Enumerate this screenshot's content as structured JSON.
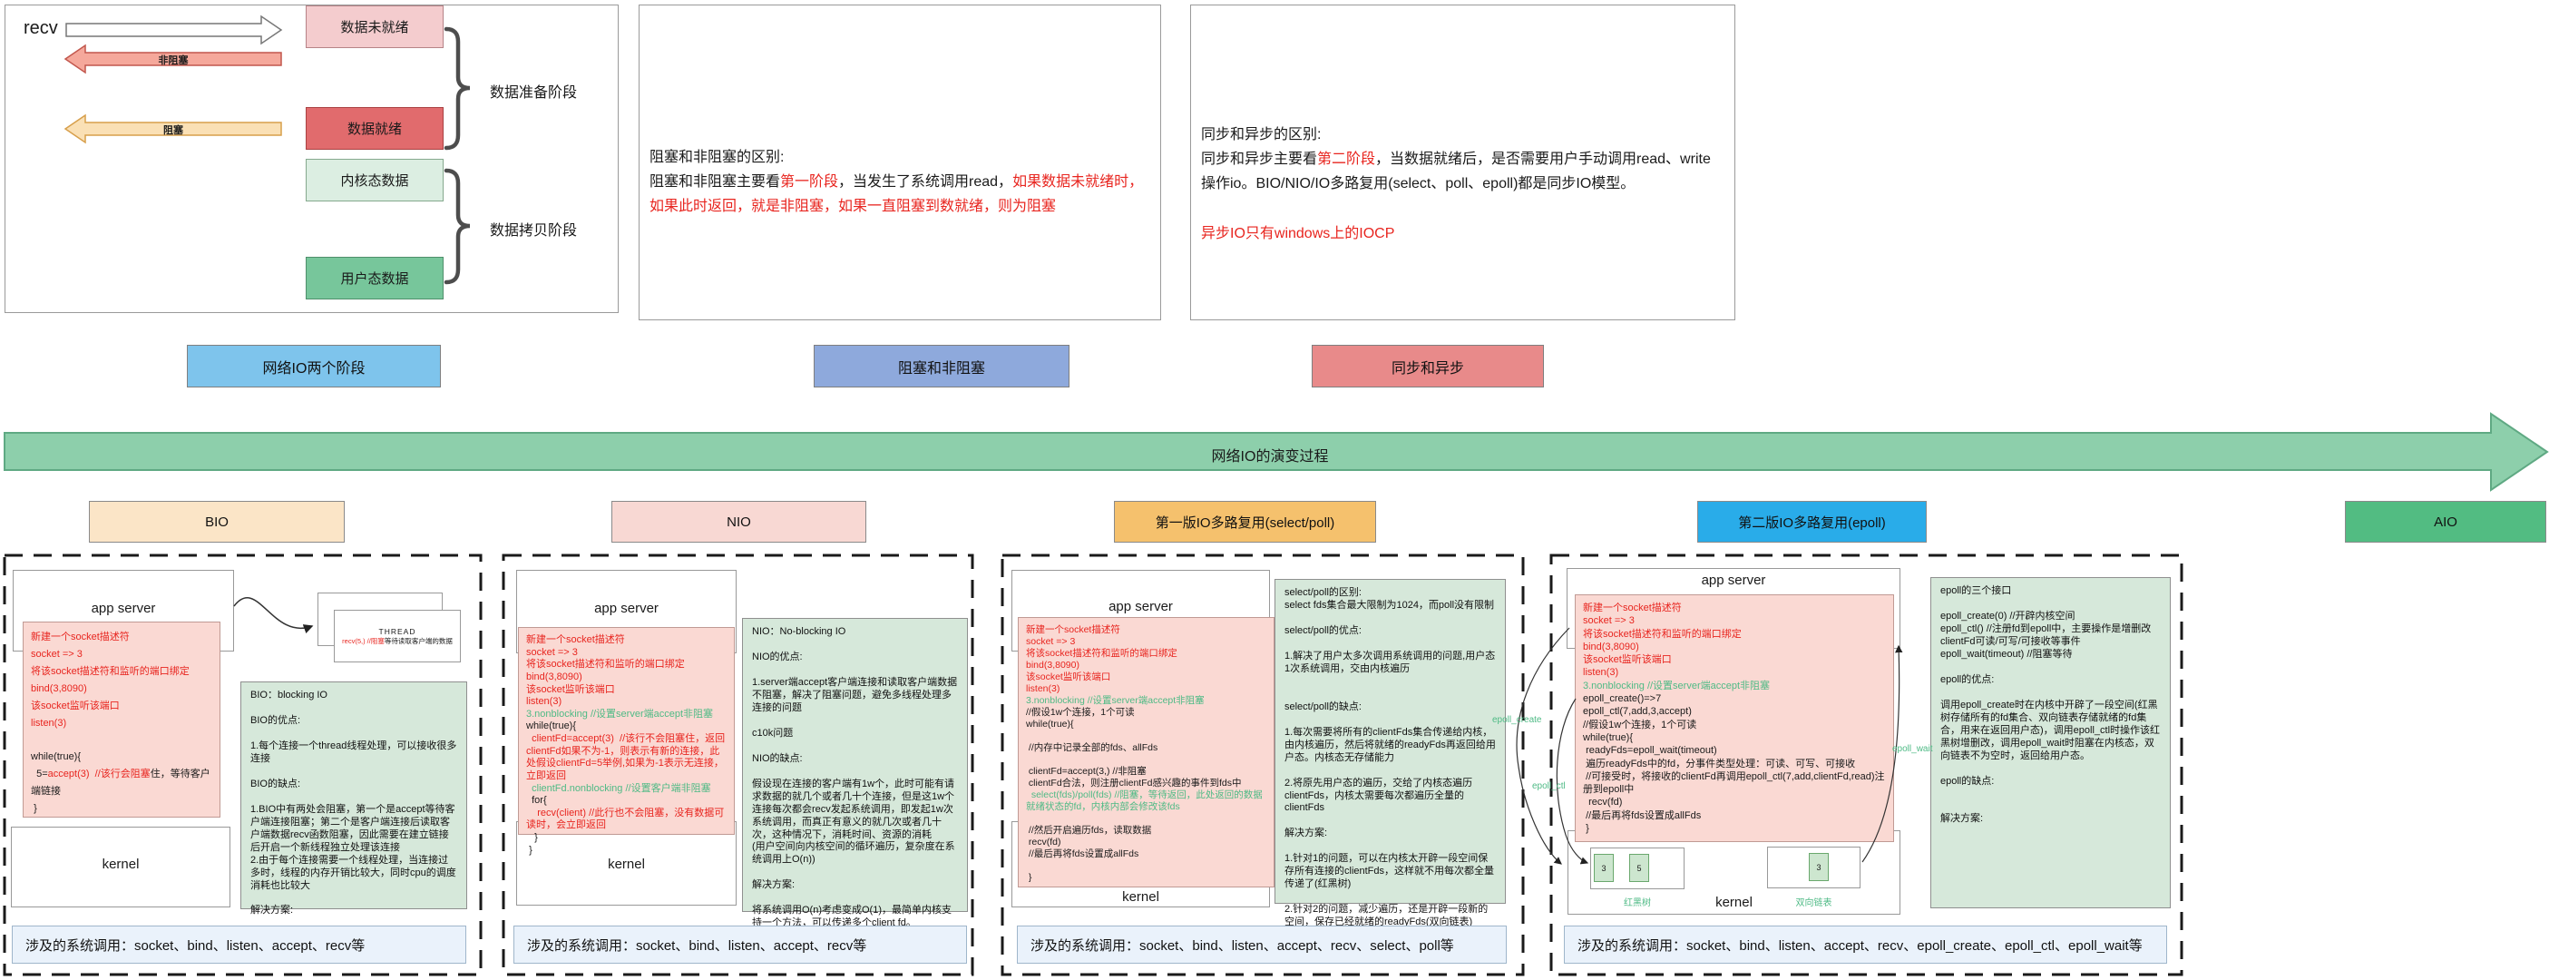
{
  "colors": {
    "red_text": "#e8251f",
    "green_text": "#4eba85",
    "code_bg": "#FAD9D3",
    "notes_bg": "#D6E8DA",
    "bar_bg": "#EAF2FB",
    "evolution_arrow": "#8DCFAB",
    "stage_bio": "#FBE5C7",
    "stage_nio": "#F8D8D3",
    "stage_select": "#F5C16D",
    "stage_epoll": "#29ACE9",
    "stage_aio": "#52BC82",
    "label_phases": "#7EC4EC",
    "label_blocking": "#8EA9DC",
    "label_sync": "#E88A8A"
  },
  "top": {
    "phase_diagram": {
      "recv_label": "recv",
      "arrow_nonblocking": "非阻塞",
      "arrow_blocking": "阻塞",
      "box_data_not_ready": "数据未就绪",
      "box_data_ready": "数据就绪",
      "box_kernel_data": "内核态数据",
      "box_user_data": "用户态数据",
      "brace_prepare": "数据准备阶段",
      "brace_copy": "数据拷贝阶段"
    },
    "blocking_note": {
      "segments": [
        [
          "阻塞和非阻塞的区别:\n",
          "k"
        ],
        [
          "阻塞和非阻塞主要看",
          "k"
        ],
        [
          "第一阶段",
          "r"
        ],
        [
          "，当发生了系统调用read，",
          "k"
        ],
        [
          "如果数据未就绪时，如果此时返回，就是非阻塞，如果一直阻塞到数就绪，则为阻塞",
          "r"
        ]
      ]
    },
    "sync_note": {
      "segments": [
        [
          "同步和异步的区别:\n",
          "k"
        ],
        [
          "同步和异步主要看",
          "k"
        ],
        [
          "第二阶段",
          "r"
        ],
        [
          "，当数据就绪后，是否需要用户手动调用read、write操作io。BIO/NIO/IO多路复用(select、poll、epoll)都是同步IO模型。\n\n",
          "k"
        ],
        [
          "异步IO只有windows上的IOCP",
          "r"
        ]
      ]
    },
    "labels": {
      "phases": "网络IO两个阶段",
      "blocking": "阻塞和非阻塞",
      "sync": "同步和异步"
    }
  },
  "evolution_arrow_label": "网络IO的演变过程",
  "stages": {
    "bio": "BIO",
    "nio": "NIO",
    "select_poll": "第一版IO多路复用(select/poll)",
    "epoll": "第二版IO多路复用(epoll)",
    "aio": "AIO"
  },
  "panels": {
    "bio": {
      "app_server": "app  server",
      "kernel": "kernel",
      "thread_title": "THREAD",
      "thread_line": [
        [
          "recv(5,) //阻塞",
          "r"
        ],
        [
          "等待读取客户端的数据",
          "k"
        ]
      ],
      "code": [
        [
          [
            "新建一个socket描述符",
            "r"
          ]
        ],
        [
          [
            "socket => 3",
            "r"
          ]
        ],
        [
          [
            "将该socket描述符和监听的端口绑定",
            "r"
          ]
        ],
        [
          [
            "bind(3,8090)",
            "r"
          ]
        ],
        [
          [
            "该socket监听该端口",
            "r"
          ]
        ],
        [
          [
            "listen(3)",
            "r"
          ]
        ],
        [],
        [
          [
            "while(true){",
            "k"
          ]
        ],
        [
          [
            "  5=",
            "k"
          ],
          [
            "accept(3)  //该行会阻塞",
            "r"
          ],
          [
            "住，等待客户端链接",
            "k"
          ]
        ],
        [
          [
            " }",
            "k"
          ]
        ]
      ],
      "notes": "BIO：blocking IO\n\nBIO的优点:\n\n1.每个连接一个thread线程处理，可以接收很多连接\n\nBIO的缺点:\n\n1.BIO中有两处会阻塞，第一个是accept等待客户端连接阻塞；第二个是客户端连接后读取客户端数据recv函数阻塞，因此需要在建立链接后开启一个新线程独立处理该连接\n2.由于每个连接需要一个线程处理，当连接过多时，线程的内存开销比较大，同时cpu的调度消耗也比较大\n\n解决方案:\n\n由阻塞blocking引出非阻塞no-blocking",
      "syscalls": "涉及的系统调用：socket、bind、listen、accept、recv等"
    },
    "nio": {
      "app_server": "app  server",
      "kernel": "kernel",
      "code": [
        [
          [
            "新建一个socket描述符",
            "r"
          ]
        ],
        [
          [
            "socket => 3",
            "r"
          ]
        ],
        [
          [
            "将该socket描述符和监听的端口绑定",
            "r"
          ]
        ],
        [
          [
            "bind(3,8090)",
            "r"
          ]
        ],
        [
          [
            "该socket监听该端口",
            "r"
          ]
        ],
        [
          [
            "listen(3)",
            "r"
          ]
        ],
        [
          [
            "3.nonblocking //设置server端accept非阻塞",
            "g"
          ]
        ],
        [
          [
            "while(true){",
            "k"
          ]
        ],
        [
          [
            "  ",
            "k"
          ],
          [
            "clientFd=accept(3)  //该行不会阻塞住，返回clientFd如果不为-1，则表示有新的连接，此处假设clientFd=5举例,如果为-1表示无连接，立即返回",
            "r"
          ]
        ],
        [
          [
            "  ",
            "k"
          ],
          [
            "clientFd.nonblocking //设置客户端非阻塞",
            "g"
          ]
        ],
        [
          [
            "  for{",
            "k"
          ]
        ],
        [
          [
            "    ",
            "k"
          ],
          [
            "recv(client) //此行也不会阻塞，没有数据可读时，会立即返回",
            "r"
          ]
        ],
        [
          [
            "   }",
            "k"
          ]
        ],
        [
          [
            " }",
            "k"
          ]
        ]
      ],
      "notes": "NIO：No-blocking IO\n\nNIO的优点:\n\n1.server端accept客户端连接和读取客户端数据不阻塞，解决了阻塞问题，避免多线程处理多连接的问题\n\nc10k问题\n\nNIO的缺点:\n\n假设现在连接的客户端有1w个，此时可能有请求数据的就几个或者几十个连接，但是这1w个连接每次都会recv发起系统调用，即发起1w次系统调用，而真正有意义的就几次或者几十次，这种情况下，消耗时间、资源的消耗\n(用户空间向内核空间的循环遍历，复杂度在系统调用上O(n))\n\n解决方案:\n\n将系统调用O(n)考虑变成O(1)，最简单内核支持一个方法，可以传递多个client fd。",
      "syscalls": "涉及的系统调用：socket、bind、listen、accept、recv等"
    },
    "select_poll": {
      "app_server": "app  server",
      "kernel": "kernel",
      "code": [
        [
          [
            "新建一个socket描述符",
            "r"
          ]
        ],
        [
          [
            "socket => 3",
            "r"
          ]
        ],
        [
          [
            "将该socket描述符和监听的端口绑定",
            "r"
          ]
        ],
        [
          [
            "bind(3,8090)",
            "r"
          ]
        ],
        [
          [
            "该socket监听该端口",
            "r"
          ]
        ],
        [
          [
            "listen(3)",
            "r"
          ]
        ],
        [
          [
            "3.nonblocking //设置server端accept非阻塞",
            "g"
          ]
        ],
        [
          [
            "//假设1w个连接，1个可读",
            "k"
          ]
        ],
        [
          [
            "while(true){",
            "k"
          ]
        ],
        [],
        [
          [
            " //内存中记录全部的fds、allFds",
            "k"
          ]
        ],
        [],
        [
          [
            " clientFd=accept(3,) //非阻塞",
            "k"
          ]
        ],
        [
          [
            " clientFd合法，则注册clientFd感兴趣的事件到fds中",
            "k"
          ]
        ],
        [
          [
            "  ",
            "k"
          ],
          [
            "select(fds)/poll(fds) //阻塞，等待返回，此处返回的数据就绪状态的fd，内核内部会修改该fds",
            "g"
          ]
        ],
        [],
        [
          [
            " //然后开启遍历fds，读取数据",
            "k"
          ]
        ],
        [
          [
            " recv(fd)",
            "k"
          ]
        ],
        [
          [
            " //最后再将fds设置成allFds",
            "k"
          ]
        ],
        [],
        [
          [
            " }",
            "k"
          ]
        ]
      ],
      "notes": "select/poll的区别:\nselect fds集合最大限制为1024，而poll没有限制\n\nselect/poll的优点:\n\n1.解决了用户太多次调用系统调用的问题,用户态1次系统调用，交由内核遍历\n\n\nselect/poll的缺点:\n\n1.每次需要将所有的clientFds集合传递给内核，由内核遍历，然后将就绪的readyFds再返回给用户态。内核态无存储能力\n\n2.将原先用户态的遍历，交给了内核态遍历clientFds，内核太需要每次都遍历全量的clientFds\n\n解决方案:\n\n1.针对1的问题，可以在内核太开辟一段空间保存所有连接的clientFds，这样就不用每次都全量传递了(红黑树)\n\n2.针对2的问题，减少遍历，还是开辟一段新的空间，保存已经就绪的readyFds(双向链表)",
      "syscalls": "涉及的系统调用：socket、bind、listen、accept、recv、select、poll等"
    },
    "epoll": {
      "app_server": "app  server",
      "kernel": "kernel",
      "rbtree_label": "红黑树",
      "list_label": "双向链表",
      "fds": {
        "rbtree": [
          "3",
          "5"
        ],
        "ready": "3"
      },
      "arrow_labels": {
        "create": "epoll_create",
        "ctl": "epoll_ctl",
        "wait": "epoll_wait"
      },
      "code": [
        [
          [
            "新建一个socket描述符",
            "r"
          ]
        ],
        [
          [
            "socket => 3",
            "r"
          ]
        ],
        [
          [
            "将该socket描述符和监听的端口绑定",
            "r"
          ]
        ],
        [
          [
            "bind(3,8090)",
            "r"
          ]
        ],
        [
          [
            "该socket监听该端口",
            "r"
          ]
        ],
        [
          [
            "listen(3)",
            "r"
          ]
        ],
        [
          [
            "3.nonblocking //设置server端accept非阻塞",
            "g"
          ]
        ],
        [
          [
            "epoll_create()=>7",
            "k"
          ]
        ],
        [
          [
            "epoll_ctl(7,add,3,accept)",
            "k"
          ]
        ],
        [
          [
            "//假设1w个连接，1个可读",
            "k"
          ]
        ],
        [
          [
            "while(true){",
            "k"
          ]
        ],
        [
          [
            " readyFds=epoll_wait(timeout)",
            "k"
          ]
        ],
        [
          [
            " 遍历readyFds中的fd，分事件类型处理：可读、可写、可接收",
            "k"
          ]
        ],
        [
          [
            " //可接受时，将接收的clientFd再调用epoll_ctl(7,add,clientFd,read)注册到epoll中",
            "k"
          ]
        ],
        [
          [
            "  recv(fd)",
            "k"
          ]
        ],
        [
          [
            " //最后再将fds设置成allFds",
            "k"
          ]
        ],
        [
          [
            " }",
            "k"
          ]
        ]
      ],
      "notes": "epoll的三个接口\n\nepoll_create(0) //开辟内核空间\nepoll_ctl() //注册fd到epoll中，主要操作是增删改\nclientFd可读/可写/可接收等事件\nepoll_wait(timeout) //阻塞等待\n\nepoll的优点:\n\n调用epoll_create时在内核中开辟了一段空间(红黑树存储所有的fd集合、双向链表存储就绪的fd集合，用来在返回用户态)，调用epoll_ctl时操作该红黑树增删改，调用epoll_wait时阻塞在内核态，双向链表不为空时，返回给用户态。\n\nepoll的缺点:\n\n\n解决方案:",
      "syscalls": "涉及的系统调用：socket、bind、listen、accept、recv、epoll_create、epoll_ctl、epoll_wait等"
    }
  }
}
